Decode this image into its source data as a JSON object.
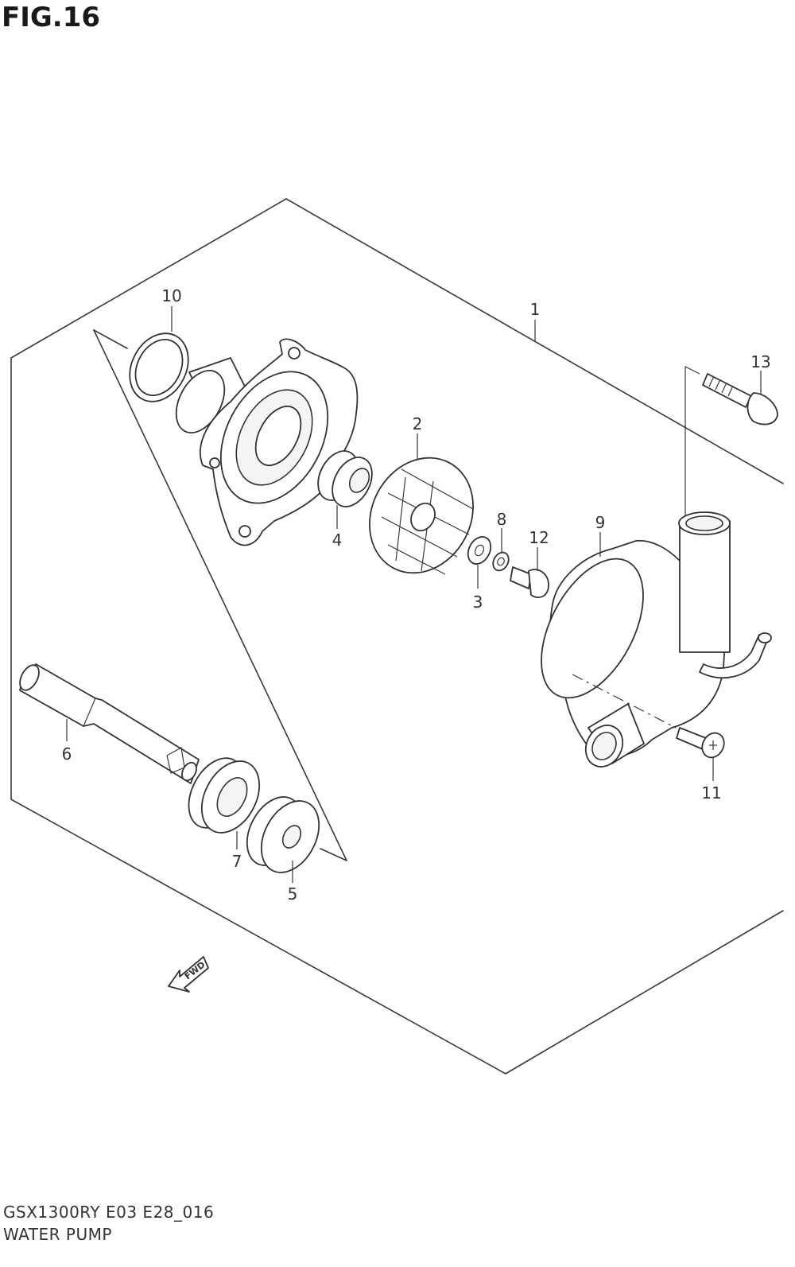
{
  "figure": {
    "title": "FIG.16",
    "model_code": "GSX1300RY E03 E28_016",
    "section_name": "WATER PUMP",
    "fwd_label": "FWD"
  },
  "callouts": [
    {
      "id": "1",
      "label": "1"
    },
    {
      "id": "2",
      "label": "2"
    },
    {
      "id": "3",
      "label": "3"
    },
    {
      "id": "4",
      "label": "4"
    },
    {
      "id": "5",
      "label": "5"
    },
    {
      "id": "6",
      "label": "6"
    },
    {
      "id": "7",
      "label": "7"
    },
    {
      "id": "8",
      "label": "8"
    },
    {
      "id": "9",
      "label": "9"
    },
    {
      "id": "10",
      "label": "10"
    },
    {
      "id": "11",
      "label": "11"
    },
    {
      "id": "12",
      "label": "12"
    },
    {
      "id": "13",
      "label": "13"
    }
  ]
}
